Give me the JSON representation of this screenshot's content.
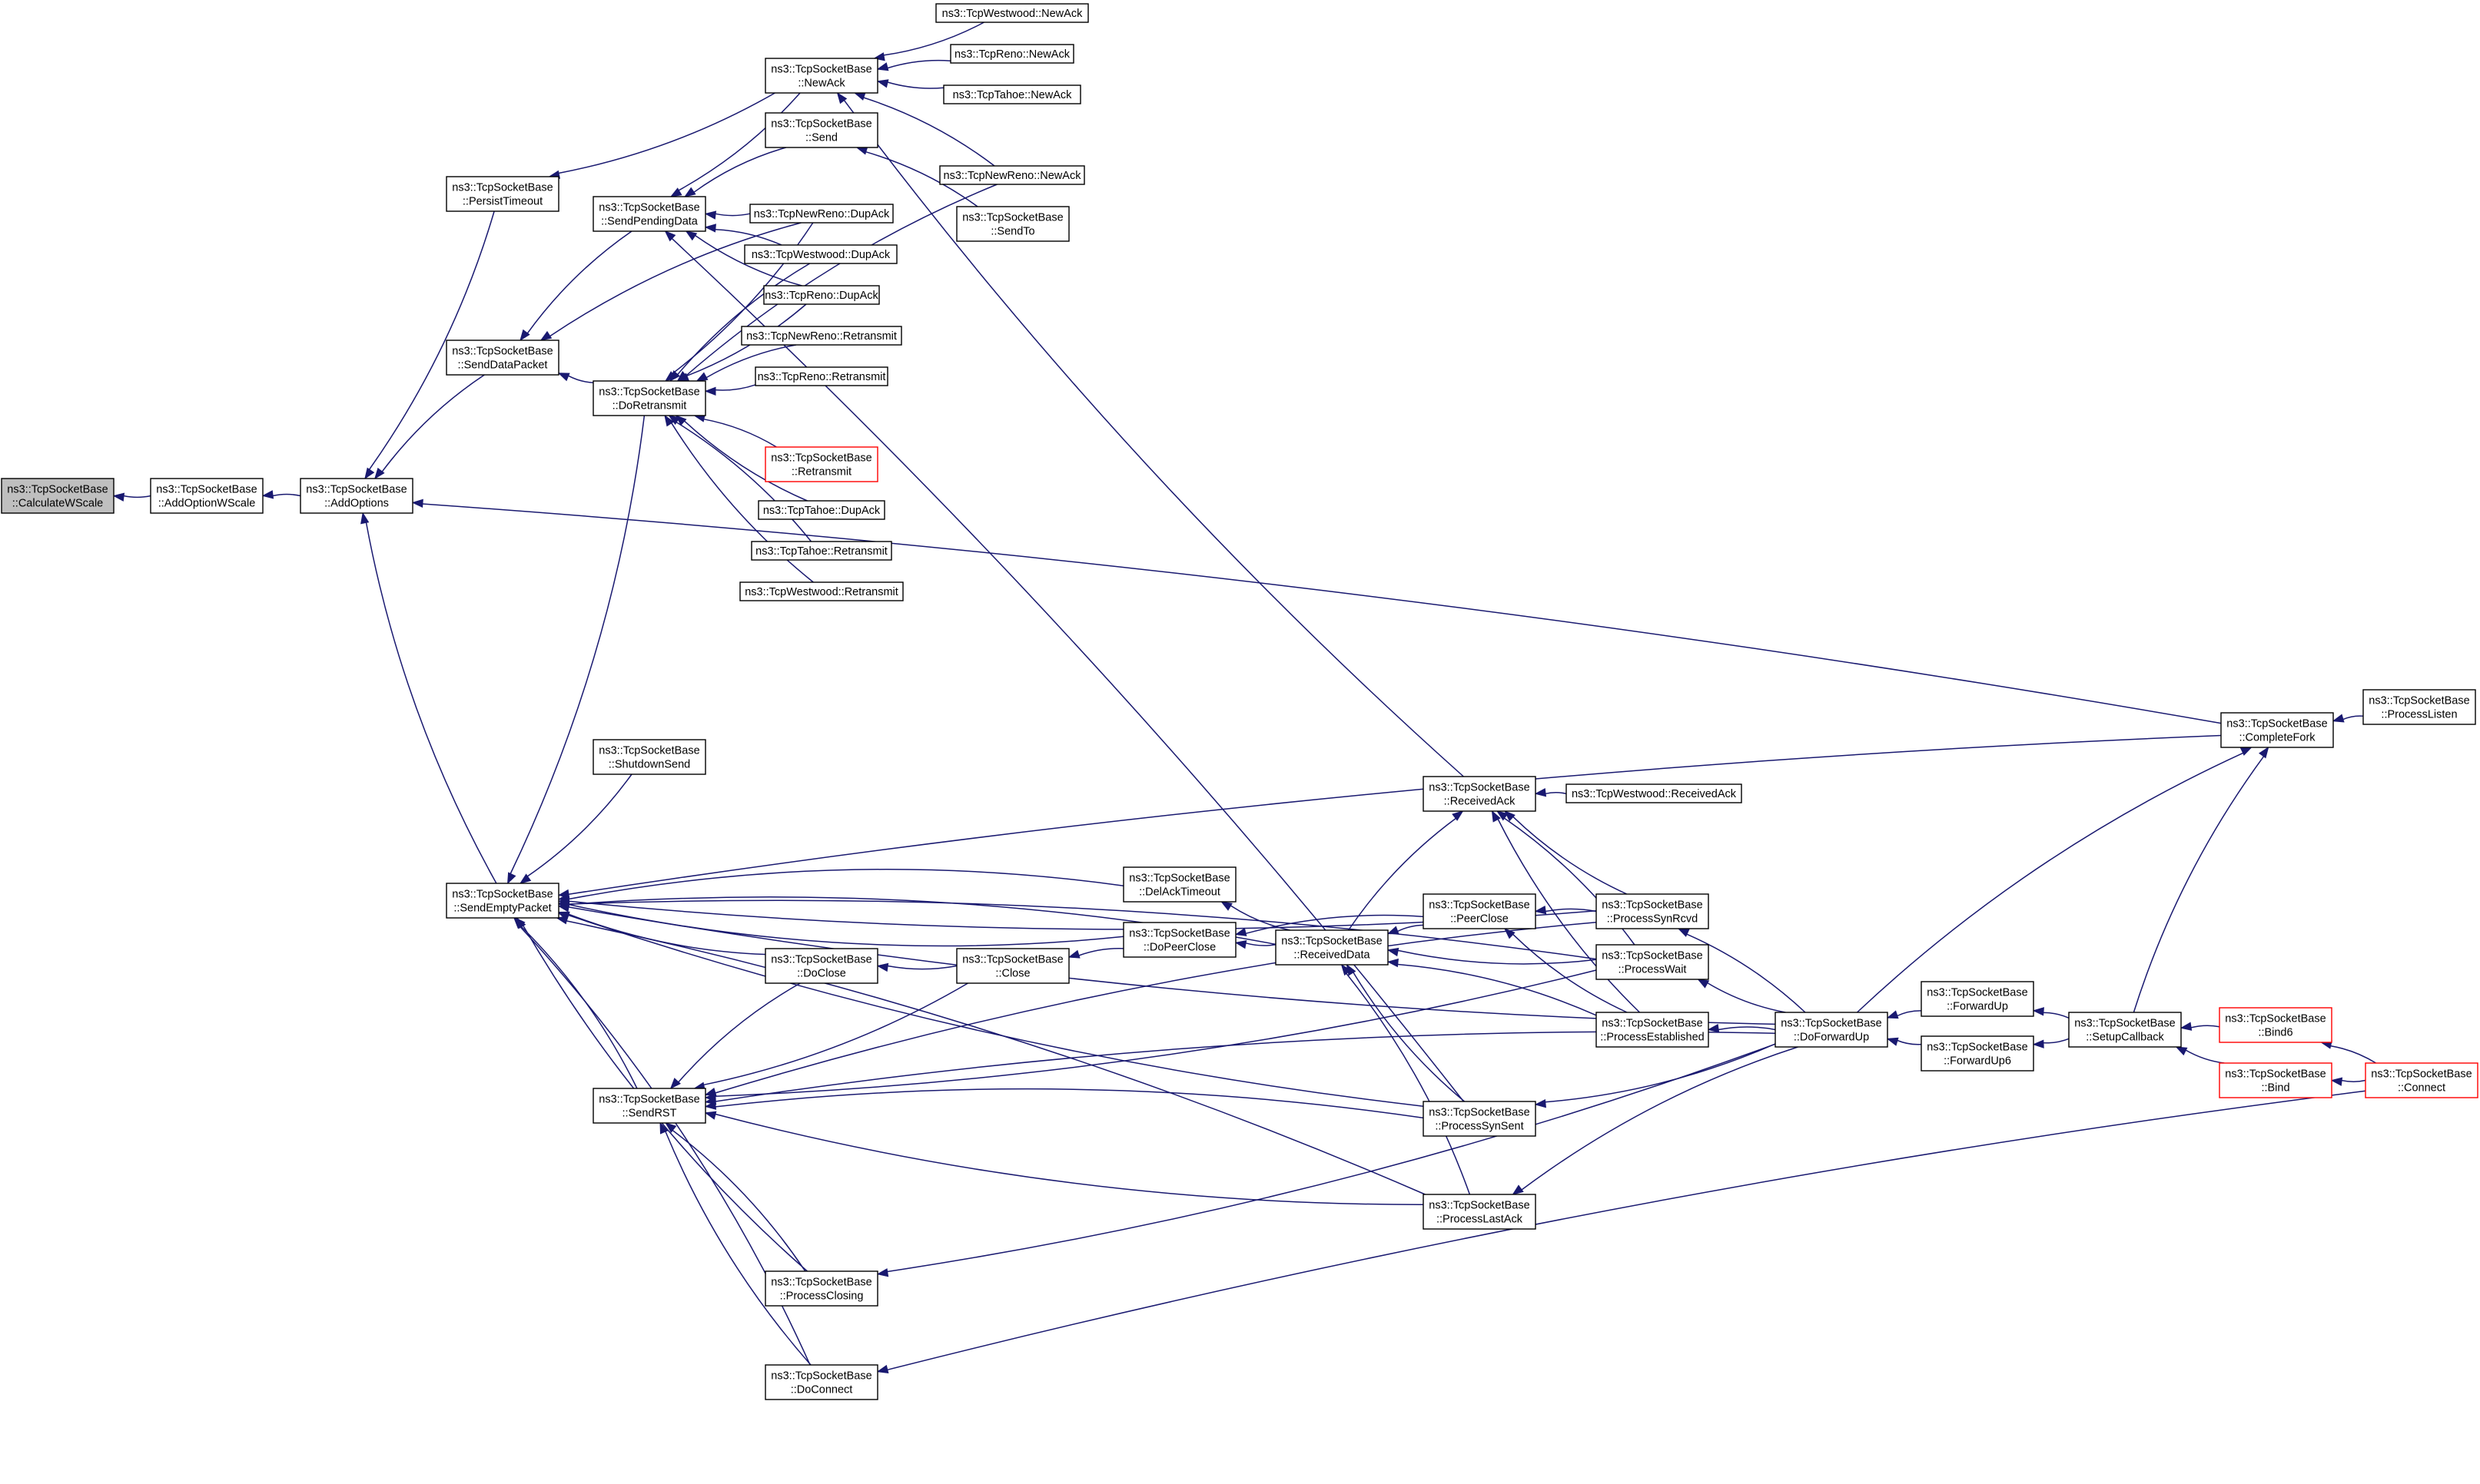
{
  "colors": {
    "edge": "#191970",
    "node_border": "#000000",
    "current_fill": "#bfbfbf",
    "truncated_border": "#ff0000",
    "background": "#ffffff"
  },
  "nodes": {
    "calculatewscale": {
      "lines": [
        "ns3::TcpSocketBase",
        "::CalculateWScale"
      ],
      "style": "current"
    },
    "addoptionwscale": {
      "lines": [
        "ns3::TcpSocketBase",
        "::AddOptionWScale"
      ]
    },
    "addoptions": {
      "lines": [
        "ns3::TcpSocketBase",
        "::AddOptions"
      ]
    },
    "persisttimeout": {
      "lines": [
        "ns3::TcpSocketBase",
        "::PersistTimeout"
      ]
    },
    "senddatapacket": {
      "lines": [
        "ns3::TcpSocketBase",
        "::SendDataPacket"
      ]
    },
    "sendemptypacket": {
      "lines": [
        "ns3::TcpSocketBase",
        "::SendEmptyPacket"
      ]
    },
    "sendpendingdata": {
      "lines": [
        "ns3::TcpSocketBase",
        "::SendPendingData"
      ]
    },
    "doretransmit": {
      "lines": [
        "ns3::TcpSocketBase",
        "::DoRetransmit"
      ]
    },
    "shutdownsend": {
      "lines": [
        "ns3::TcpSocketBase",
        "::ShutdownSend"
      ]
    },
    "sendrst": {
      "lines": [
        "ns3::TcpSocketBase",
        "::SendRST"
      ]
    },
    "newack": {
      "lines": [
        "ns3::TcpSocketBase",
        "::NewAck"
      ]
    },
    "send": {
      "lines": [
        "ns3::TcpSocketBase",
        "::Send"
      ]
    },
    "newreno_dupack": {
      "lines": [
        "ns3::TcpNewReno::DupAck"
      ]
    },
    "westwood_dupack": {
      "lines": [
        "ns3::TcpWestwood::DupAck"
      ]
    },
    "reno_dupack": {
      "lines": [
        "ns3::TcpReno::DupAck"
      ]
    },
    "newreno_retransmit": {
      "lines": [
        "ns3::TcpNewReno::Retransmit"
      ]
    },
    "reno_retransmit": {
      "lines": [
        "ns3::TcpReno::Retransmit"
      ]
    },
    "base_retransmit": {
      "lines": [
        "ns3::TcpSocketBase",
        "::Retransmit"
      ],
      "style": "truncated"
    },
    "tahoe_dupack": {
      "lines": [
        "ns3::TcpTahoe::DupAck"
      ]
    },
    "tahoe_retransmit": {
      "lines": [
        "ns3::TcpTahoe::Retransmit"
      ]
    },
    "westwood_retransmit": {
      "lines": [
        "ns3::TcpWestwood::Retransmit"
      ]
    },
    "doclose": {
      "lines": [
        "ns3::TcpSocketBase",
        "::DoClose"
      ]
    },
    "processclosing": {
      "lines": [
        "ns3::TcpSocketBase",
        "::ProcessClosing"
      ]
    },
    "doconnect": {
      "lines": [
        "ns3::TcpSocketBase",
        "::DoConnect"
      ]
    },
    "westwood_newack": {
      "lines": [
        "ns3::TcpWestwood::NewAck"
      ]
    },
    "reno_newack": {
      "lines": [
        "ns3::TcpReno::NewAck"
      ]
    },
    "tahoe_newack": {
      "lines": [
        "ns3::TcpTahoe::NewAck"
      ]
    },
    "newreno_newack": {
      "lines": [
        "ns3::TcpNewReno::NewAck"
      ]
    },
    "sendto": {
      "lines": [
        "ns3::TcpSocketBase",
        "::SendTo"
      ]
    },
    "close": {
      "lines": [
        "ns3::TcpSocketBase",
        "::Close"
      ]
    },
    "delacktimeout": {
      "lines": [
        "ns3::TcpSocketBase",
        "::DelAckTimeout"
      ]
    },
    "dopeerclose": {
      "lines": [
        "ns3::TcpSocketBase",
        "::DoPeerClose"
      ]
    },
    "receiveddata": {
      "lines": [
        "ns3::TcpSocketBase",
        "::ReceivedData"
      ]
    },
    "receivedack": {
      "lines": [
        "ns3::TcpSocketBase",
        "::ReceivedAck"
      ]
    },
    "peerclose": {
      "lines": [
        "ns3::TcpSocketBase",
        "::PeerClose"
      ]
    },
    "processsynsent": {
      "lines": [
        "ns3::TcpSocketBase",
        "::ProcessSynSent"
      ]
    },
    "processlastack": {
      "lines": [
        "ns3::TcpSocketBase",
        "::ProcessLastAck"
      ]
    },
    "westwood_receivedack": {
      "lines": [
        "ns3::TcpWestwood::ReceivedAck"
      ]
    },
    "processsynrcvd": {
      "lines": [
        "ns3::TcpSocketBase",
        "::ProcessSynRcvd"
      ]
    },
    "processwait": {
      "lines": [
        "ns3::TcpSocketBase",
        "::ProcessWait"
      ]
    },
    "processestablished": {
      "lines": [
        "ns3::TcpSocketBase",
        "::ProcessEstablished"
      ]
    },
    "doforwardup": {
      "lines": [
        "ns3::TcpSocketBase",
        "::DoForwardUp"
      ]
    },
    "forwardup": {
      "lines": [
        "ns3::TcpSocketBase",
        "::ForwardUp"
      ]
    },
    "forwardup6": {
      "lines": [
        "ns3::TcpSocketBase",
        "::ForwardUp6"
      ]
    },
    "setupcallback": {
      "lines": [
        "ns3::TcpSocketBase",
        "::SetupCallback"
      ]
    },
    "completefork": {
      "lines": [
        "ns3::TcpSocketBase",
        "::CompleteFork"
      ]
    },
    "processlisten": {
      "lines": [
        "ns3::TcpSocketBase",
        "::ProcessListen"
      ]
    },
    "bind6": {
      "lines": [
        "ns3::TcpSocketBase",
        "::Bind6"
      ],
      "style": "truncated"
    },
    "bind": {
      "lines": [
        "ns3::TcpSocketBase",
        "::Bind"
      ],
      "style": "truncated"
    },
    "connect": {
      "lines": [
        "ns3::TcpSocketBase",
        "::Connect"
      ],
      "style": "truncated"
    }
  },
  "edges": [
    [
      "addoptionwscale",
      "calculatewscale"
    ],
    [
      "addoptions",
      "addoptionwscale"
    ],
    [
      "persisttimeout",
      "addoptions"
    ],
    [
      "senddatapacket",
      "addoptions"
    ],
    [
      "sendemptypacket",
      "addoptions"
    ],
    [
      "completefork",
      "addoptions"
    ],
    [
      "newack",
      "persisttimeout"
    ],
    [
      "sendpendingdata",
      "senddatapacket"
    ],
    [
      "doretransmit",
      "senddatapacket"
    ],
    [
      "newreno_dupack",
      "senddatapacket"
    ],
    [
      "newack",
      "sendpendingdata"
    ],
    [
      "send",
      "sendpendingdata"
    ],
    [
      "newreno_dupack",
      "sendpendingdata"
    ],
    [
      "westwood_dupack",
      "sendpendingdata"
    ],
    [
      "reno_dupack",
      "sendpendingdata"
    ],
    [
      "processsynsent",
      "sendpendingdata"
    ],
    [
      "newreno_dupack",
      "doretransmit"
    ],
    [
      "westwood_dupack",
      "doretransmit"
    ],
    [
      "reno_dupack",
      "doretransmit"
    ],
    [
      "newreno_retransmit",
      "doretransmit"
    ],
    [
      "reno_retransmit",
      "doretransmit"
    ],
    [
      "base_retransmit",
      "doretransmit"
    ],
    [
      "tahoe_dupack",
      "doretransmit"
    ],
    [
      "tahoe_retransmit",
      "doretransmit"
    ],
    [
      "westwood_retransmit",
      "doretransmit"
    ],
    [
      "newreno_newack",
      "doretransmit"
    ],
    [
      "westwood_newack",
      "newack"
    ],
    [
      "reno_newack",
      "newack"
    ],
    [
      "tahoe_newack",
      "newack"
    ],
    [
      "newreno_newack",
      "newack"
    ],
    [
      "receivedack",
      "newack"
    ],
    [
      "sendto",
      "send"
    ],
    [
      "shutdownsend",
      "sendemptypacket"
    ],
    [
      "sendrst",
      "sendemptypacket"
    ],
    [
      "doclose",
      "sendemptypacket"
    ],
    [
      "delacktimeout",
      "sendemptypacket"
    ],
    [
      "dopeerclose",
      "sendemptypacket"
    ],
    [
      "receiveddata",
      "sendemptypacket"
    ],
    [
      "processsynrcvd",
      "sendemptypacket"
    ],
    [
      "processwait",
      "sendemptypacket"
    ],
    [
      "processclosing",
      "sendemptypacket"
    ],
    [
      "doconnect",
      "sendemptypacket"
    ],
    [
      "processsynsent",
      "sendemptypacket"
    ],
    [
      "processlastack",
      "sendemptypacket"
    ],
    [
      "doforwardup",
      "sendemptypacket"
    ],
    [
      "completefork",
      "sendemptypacket"
    ],
    [
      "doretransmit",
      "sendemptypacket"
    ],
    [
      "doclose",
      "sendrst"
    ],
    [
      "close",
      "sendrst"
    ],
    [
      "processclosing",
      "sendrst"
    ],
    [
      "doconnect",
      "sendrst"
    ],
    [
      "processsynsent",
      "sendrst"
    ],
    [
      "processlastack",
      "sendrst"
    ],
    [
      "processsynrcvd",
      "sendrst"
    ],
    [
      "processwait",
      "sendrst"
    ],
    [
      "doforwardup",
      "sendrst"
    ],
    [
      "close",
      "doclose"
    ],
    [
      "dopeerclose",
      "close"
    ],
    [
      "receiveddata",
      "dopeerclose"
    ],
    [
      "peerclose",
      "dopeerclose"
    ],
    [
      "receiveddata",
      "delacktimeout"
    ],
    [
      "peerclose",
      "receiveddata"
    ],
    [
      "processwait",
      "receiveddata"
    ],
    [
      "processestablished",
      "receiveddata"
    ],
    [
      "processsynsent",
      "receiveddata"
    ],
    [
      "processlastack",
      "receiveddata"
    ],
    [
      "receiveddata",
      "receivedack"
    ],
    [
      "westwood_receivedack",
      "receivedack"
    ],
    [
      "processsynrcvd",
      "receivedack"
    ],
    [
      "processwait",
      "receivedack"
    ],
    [
      "processestablished",
      "receivedack"
    ],
    [
      "processsynrcvd",
      "peerclose"
    ],
    [
      "processestablished",
      "peerclose"
    ],
    [
      "doforwardup",
      "processsynrcvd"
    ],
    [
      "doforwardup",
      "processwait"
    ],
    [
      "doforwardup",
      "processestablished"
    ],
    [
      "doforwardup",
      "processsynsent"
    ],
    [
      "doforwardup",
      "processlastack"
    ],
    [
      "doforwardup",
      "processclosing"
    ],
    [
      "forwardup",
      "doforwardup"
    ],
    [
      "forwardup6",
      "doforwardup"
    ],
    [
      "setupcallback",
      "forwardup"
    ],
    [
      "setupcallback",
      "forwardup6"
    ],
    [
      "bind6",
      "setupcallback"
    ],
    [
      "bind",
      "setupcallback"
    ],
    [
      "connect",
      "bind6"
    ],
    [
      "connect",
      "bind"
    ],
    [
      "connect",
      "doconnect"
    ],
    [
      "setupcallback",
      "completefork"
    ],
    [
      "processlisten",
      "completefork"
    ],
    [
      "doforwardup",
      "completefork"
    ]
  ]
}
